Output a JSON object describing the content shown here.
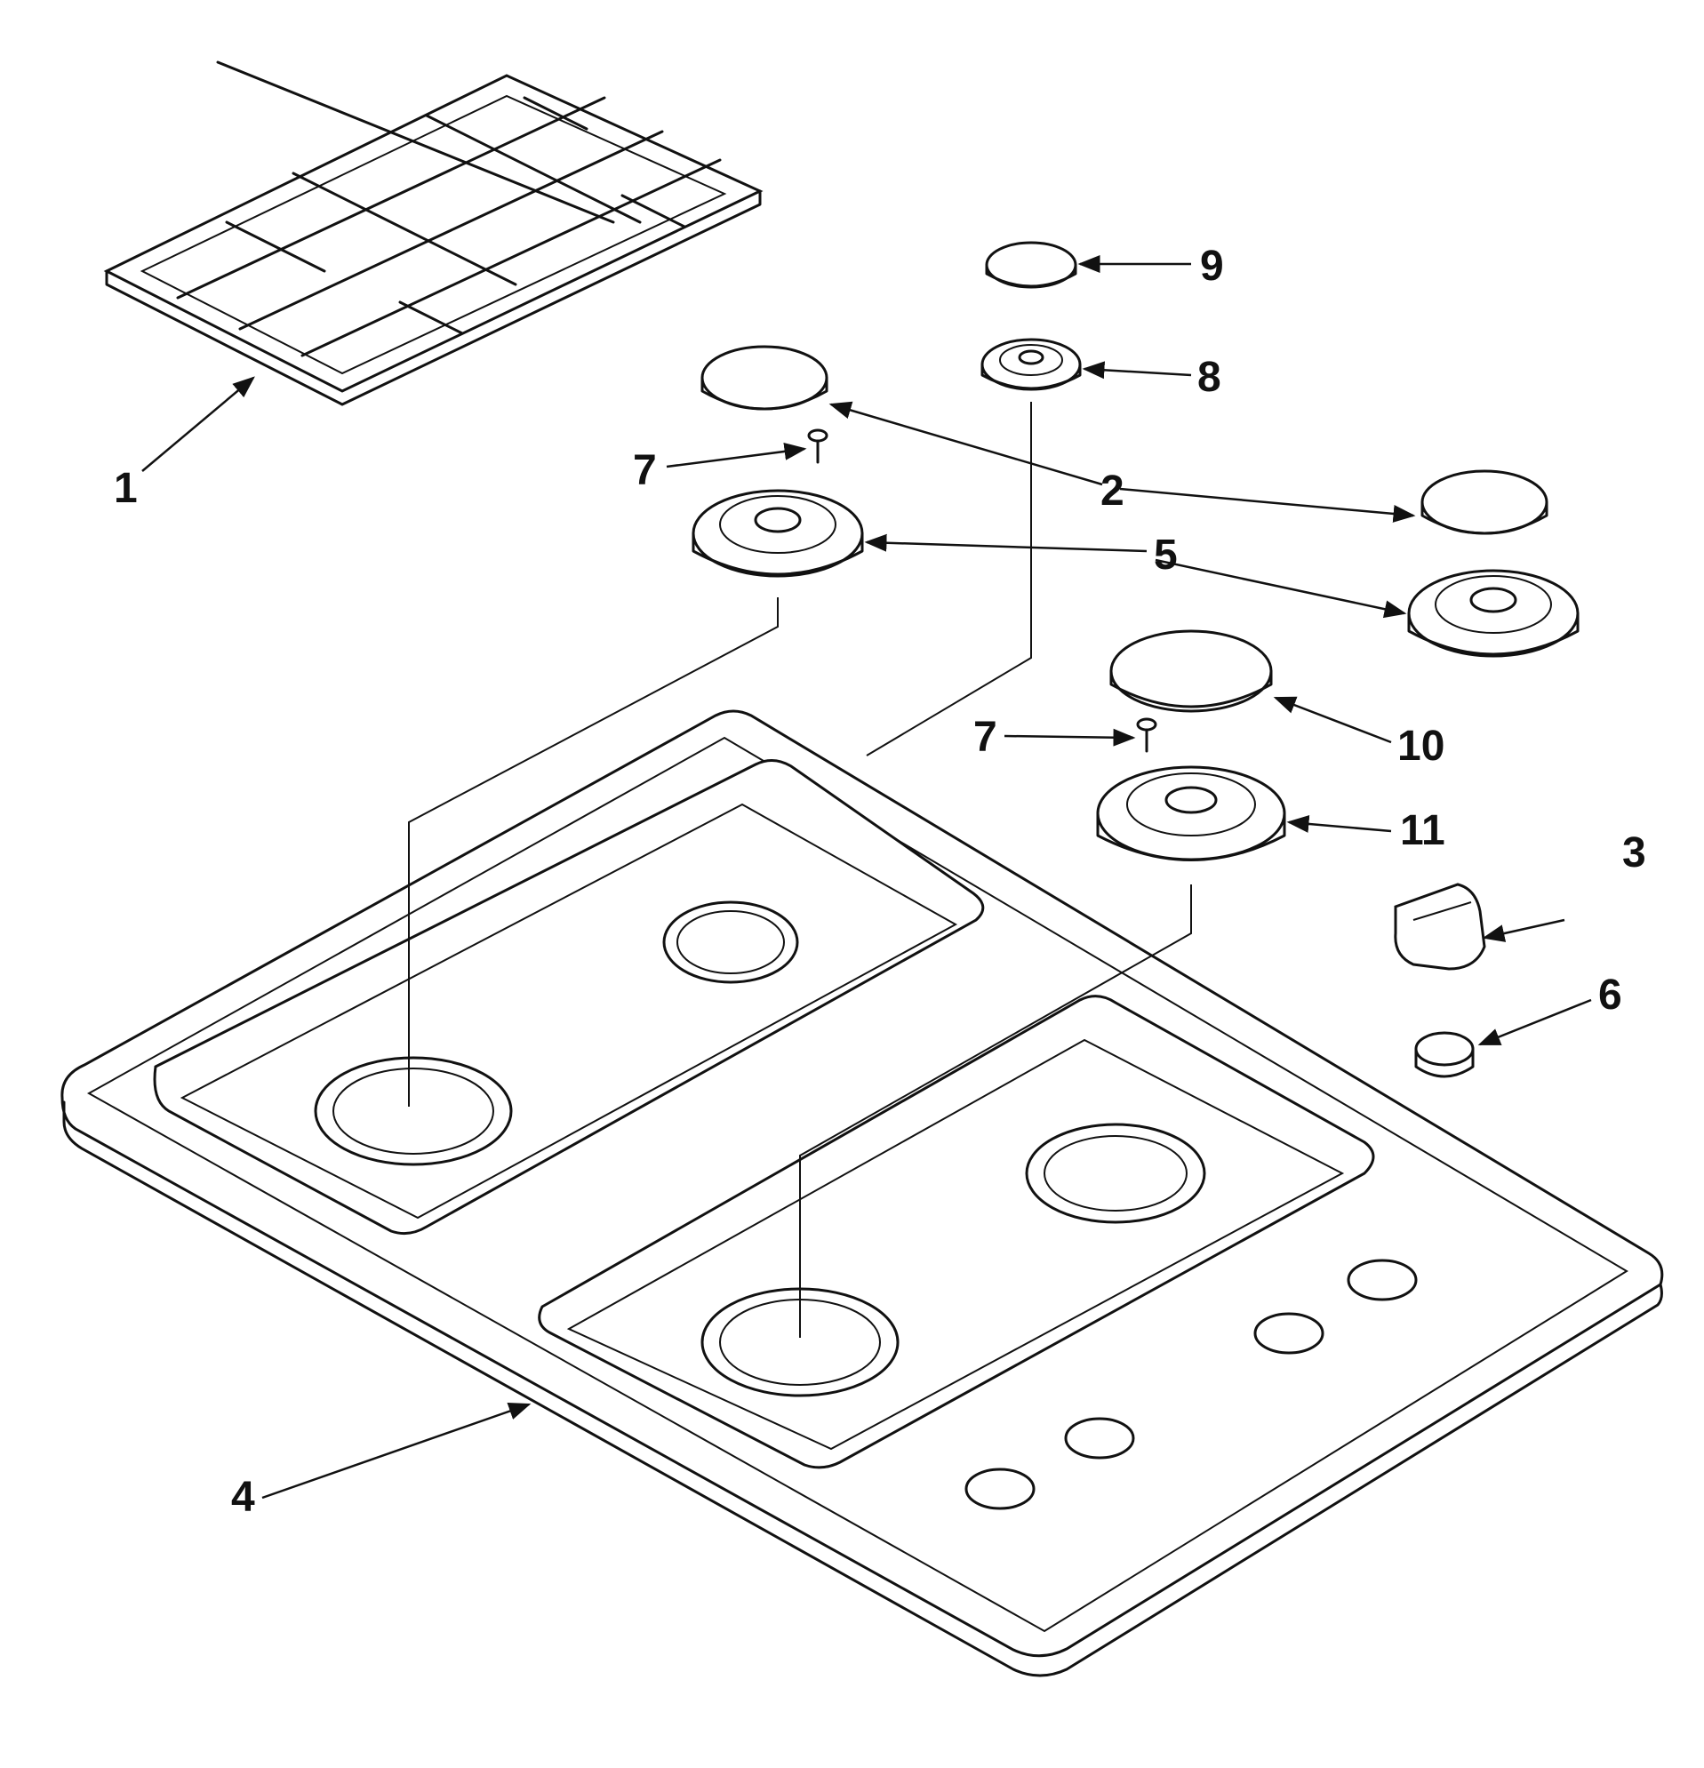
{
  "callouts": [
    {
      "id": "1",
      "text": "1"
    },
    {
      "id": "2",
      "text": "2"
    },
    {
      "id": "3",
      "text": "3"
    },
    {
      "id": "4",
      "text": "4"
    },
    {
      "id": "5",
      "text": "5"
    },
    {
      "id": "6",
      "text": "6"
    },
    {
      "id": "7a",
      "text": "7"
    },
    {
      "id": "7b",
      "text": "7"
    },
    {
      "id": "8",
      "text": "8"
    },
    {
      "id": "9",
      "text": "9"
    },
    {
      "id": "10",
      "text": "10"
    },
    {
      "id": "11",
      "text": "11"
    }
  ]
}
